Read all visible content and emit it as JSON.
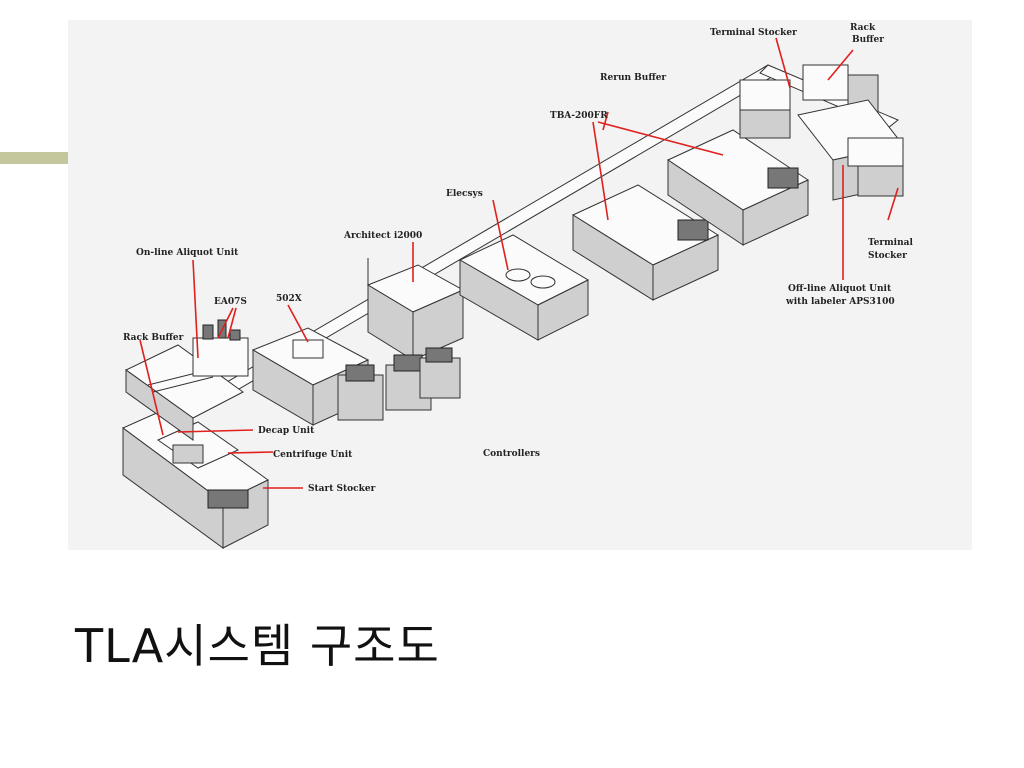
{
  "accent_color": "#c4c79b",
  "arrow_color": "#e0201c",
  "caption": "TLA시스템 구조도",
  "labels": {
    "terminal_stocker_top": "Terminal Stocker",
    "rack_buffer_top_1": "Rack",
    "rack_buffer_top_2": "Buffer",
    "rerun_buffer": "Rerun Buffer",
    "tba200fr": "TBA-200FR",
    "elecsys": "Elecsys",
    "architect": "Architect i2000",
    "online_aliquot": "On-line Aliquot Unit",
    "ea07s": "EA07S",
    "model_502x": "502X",
    "rack_buffer_left": "Rack Buffer",
    "decap_unit": "Decap Unit",
    "centrifuge_unit": "Centrifuge Unit",
    "start_stocker": "Start Stocker",
    "controllers": "Controllers",
    "terminal_stocker_right_1": "Terminal",
    "terminal_stocker_right_2": "Stocker",
    "offline_aliquot_1": "Off-line Aliquot Unit",
    "offline_aliquot_2": "with labeler APS3100"
  }
}
